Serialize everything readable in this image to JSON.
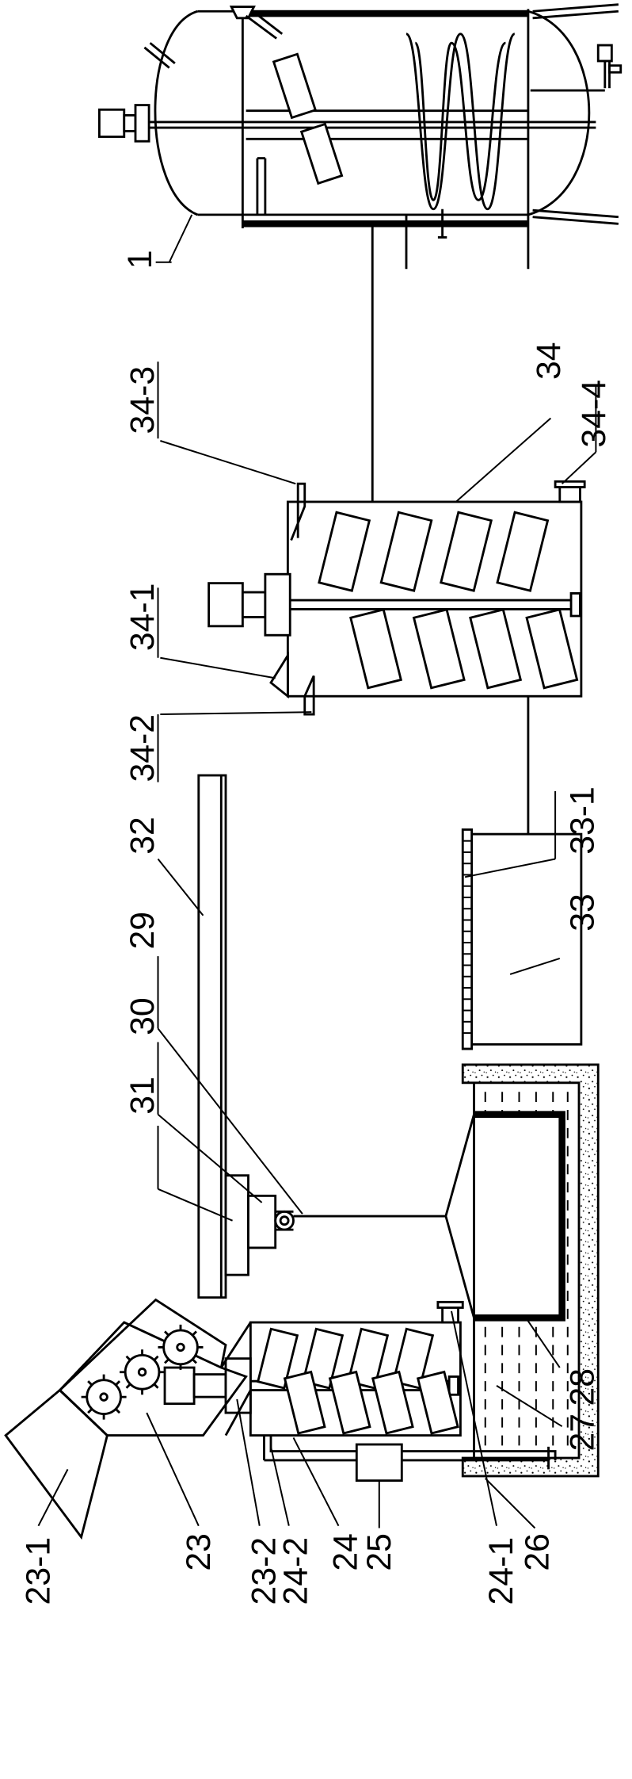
{
  "labels": {
    "l1": "1",
    "l34": "34",
    "l34_1": "34-1",
    "l34_2": "34-2",
    "l34_3": "34-3",
    "l34_4": "34-4",
    "l32": "32",
    "l29": "29",
    "l30": "30",
    "l31": "31",
    "l33": "33",
    "l33_1": "33-1",
    "l28": "28",
    "l27": "27",
    "l26": "26",
    "l25": "25",
    "l24": "24",
    "l24_1": "24-1",
    "l24_2": "24-2",
    "l23": "23",
    "l23_1": "23-1",
    "l23_2": "23-2"
  }
}
